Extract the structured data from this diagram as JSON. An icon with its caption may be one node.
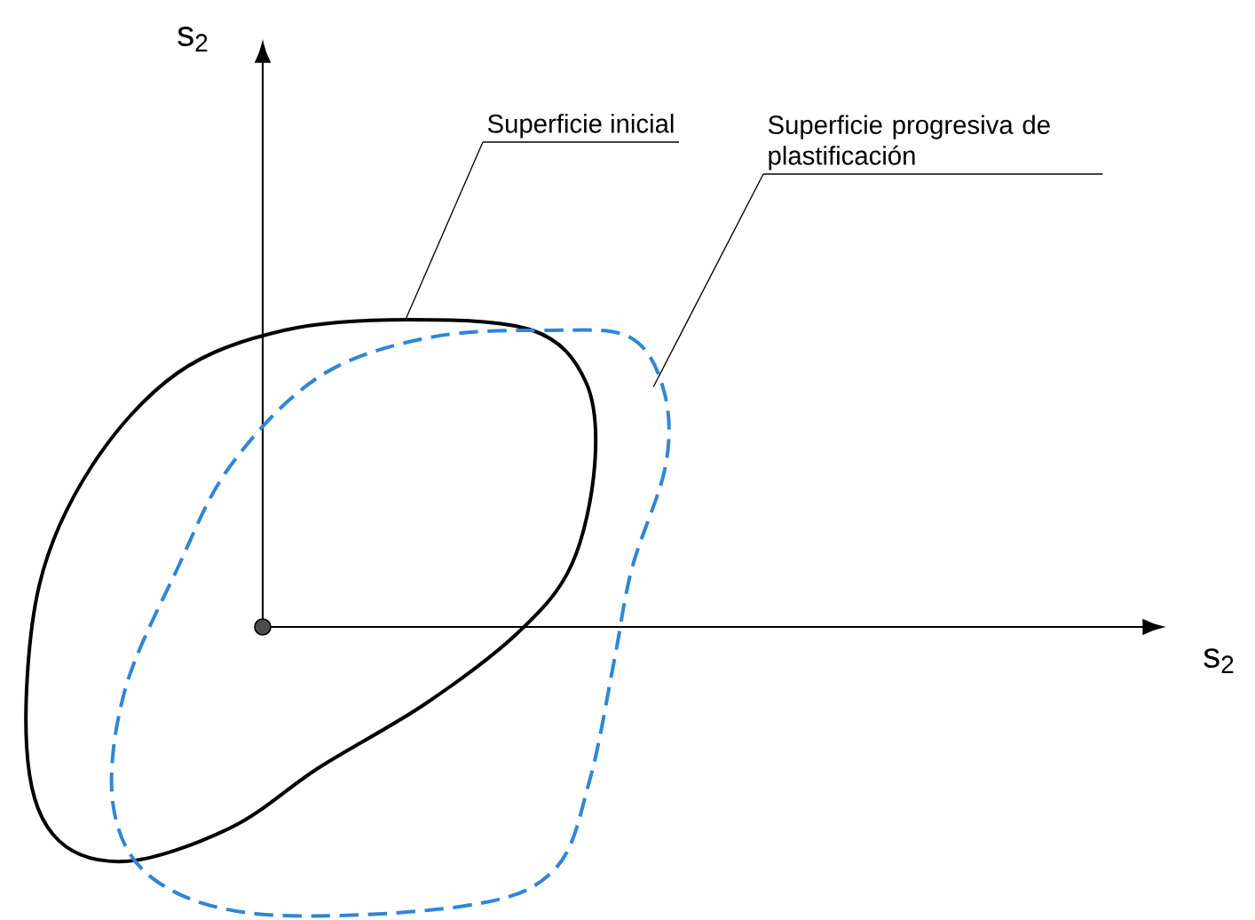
{
  "diagram": {
    "nodes": [
      {
        "text": [
          "Superficie inicial"
        ]
      },
      {
        "text": [
          "Superficie progresiva de plastificación"
        ]
      },
      {
        "text": [],
        "shape": "curve"
      },
      {
        "text": [],
        "shape": "curve"
      }
    ],
    "edges": [
      {
        "from": 0,
        "to": 2,
        "arrow": "none"
      },
      {
        "from": 1,
        "to": 3,
        "arrow": "none"
      }
    ],
    "labels": [
      "s$_{2}$",
      "s$_{2}$"
    ]
  }
}
